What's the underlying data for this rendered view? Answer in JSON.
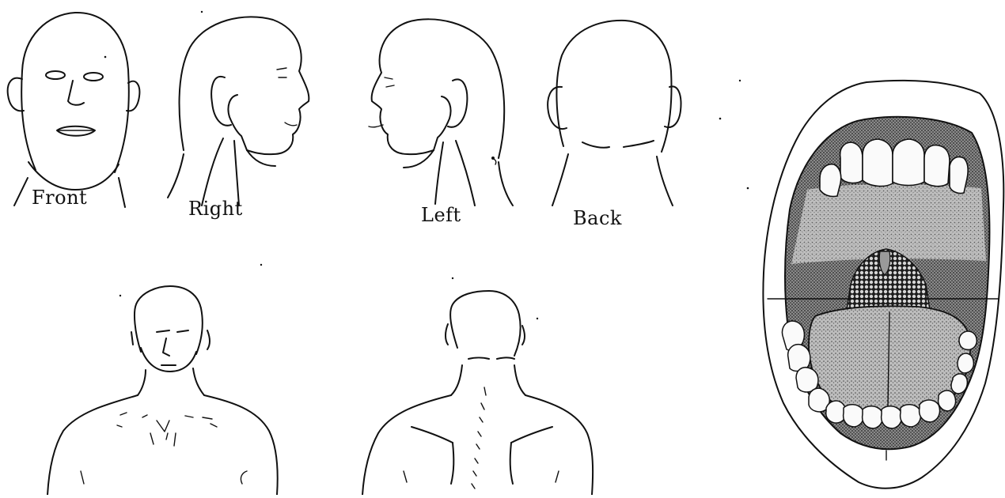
{
  "views": {
    "front": "Front",
    "right": "Right",
    "left": "Left",
    "back": "Back"
  },
  "colors": {
    "ink": "#111111",
    "stipple_dark": "#2a2a2a",
    "stipple_mid": "#6e6e6e",
    "stipple_light": "#b5b5b5",
    "paper": "#ffffff"
  }
}
